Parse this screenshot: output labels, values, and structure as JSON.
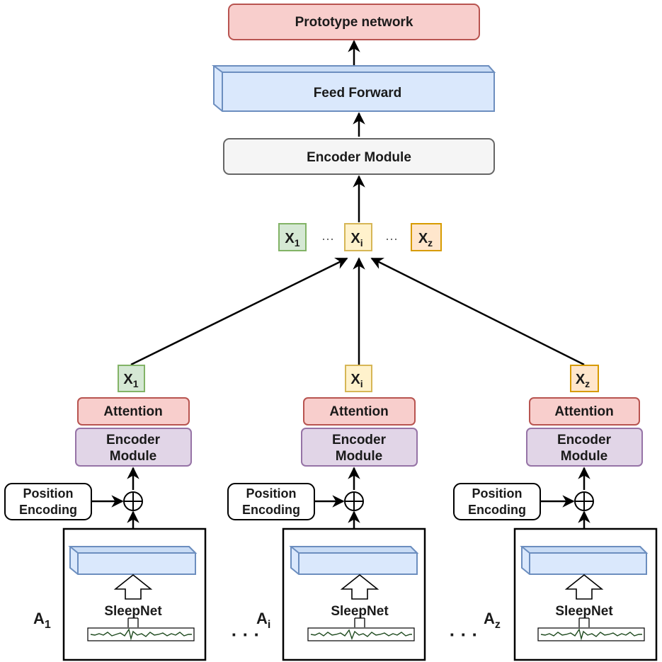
{
  "top": {
    "prototype_label": "Prototype network",
    "feed_forward_label": "Feed Forward",
    "encoder_label": "Encoder Module"
  },
  "colors": {
    "prototype_fill": "#f8cecc",
    "prototype_stroke": "#b85450",
    "feedforward_fill": "#dae8fc",
    "feedforward_stroke": "#6c8ebf",
    "encoder_fill": "#f5f5f5",
    "encoder_stroke": "#666666",
    "x_green_fill": "#d5e8d4",
    "x_green_stroke": "#82b366",
    "x_yellow_fill": "#fff2cc",
    "x_yellow_stroke": "#d6b656",
    "x_orange_fill": "#ffe6cc",
    "x_orange_stroke": "#d79b00",
    "module_fill": "#e1d5e7",
    "module_stroke": "#9673a6"
  },
  "sequence": {
    "x1": {
      "base": "X",
      "sub": "1"
    },
    "xi": {
      "base": "X",
      "sub": "i"
    },
    "xz": {
      "base": "X",
      "sub": "z"
    },
    "ellipsis": "···"
  },
  "branches": [
    {
      "x_base": "X",
      "x_sub": "1",
      "attention": "Attention",
      "encoder_line1": "Encoder",
      "encoder_line2": "Module",
      "pos_line1": "Position",
      "pos_line2": "Encoding",
      "sleepnet": "SleepNet",
      "a_base": "A",
      "a_sub": "1"
    },
    {
      "x_base": "X",
      "x_sub": "i",
      "attention": "Attention",
      "encoder_line1": "Encoder",
      "encoder_line2": "Module",
      "pos_line1": "Position",
      "pos_line2": "Encoding",
      "sleepnet": "SleepNet",
      "a_base": "A",
      "a_sub": "i"
    },
    {
      "x_base": "X",
      "x_sub": "z",
      "attention": "Attention",
      "encoder_line1": "Encoder",
      "encoder_line2": "Module",
      "pos_line1": "Position",
      "pos_line2": "Encoding",
      "sleepnet": "SleepNet",
      "a_base": "A",
      "a_sub": "z"
    }
  ],
  "bottom_ellipsis": "· · ·"
}
